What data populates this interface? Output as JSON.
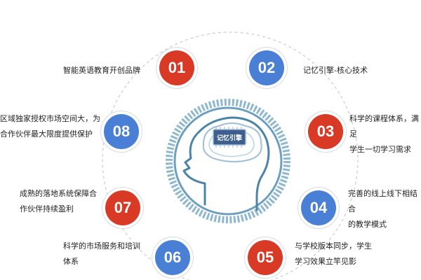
{
  "colors": {
    "red": "#D83A26",
    "blue": "#4A7FD6",
    "brain": "#4C84A8",
    "ring": "#8FB8CF"
  },
  "center": {
    "label": "记忆引擎",
    "icon": "brain-head-icon"
  },
  "items": [
    {
      "num": "01",
      "text": [
        "智能英语教育开创品牌"
      ],
      "color": "red"
    },
    {
      "num": "02",
      "text": [
        "记忆引擎-核心技术"
      ],
      "color": "blue"
    },
    {
      "num": "03",
      "text": [
        "科学的课程体系，满足",
        "学生一切学习需求"
      ],
      "color": "red"
    },
    {
      "num": "04",
      "text": [
        "完善的线上线下相结合",
        "的教学模式"
      ],
      "color": "blue"
    },
    {
      "num": "05",
      "text": [
        "与学校版本同步，学生",
        "学习效果立竿见影"
      ],
      "color": "red"
    },
    {
      "num": "06",
      "text": [
        "科学的市场服务和培训",
        "体系"
      ],
      "color": "blue"
    },
    {
      "num": "07",
      "text": [
        "成熟的落地系统保障合",
        "作伙伴持续盈利"
      ],
      "color": "red"
    },
    {
      "num": "08",
      "text": [
        "区域独家授权市场空间大，为",
        "合作伙伴最大限度提供保护"
      ],
      "color": "blue"
    }
  ]
}
